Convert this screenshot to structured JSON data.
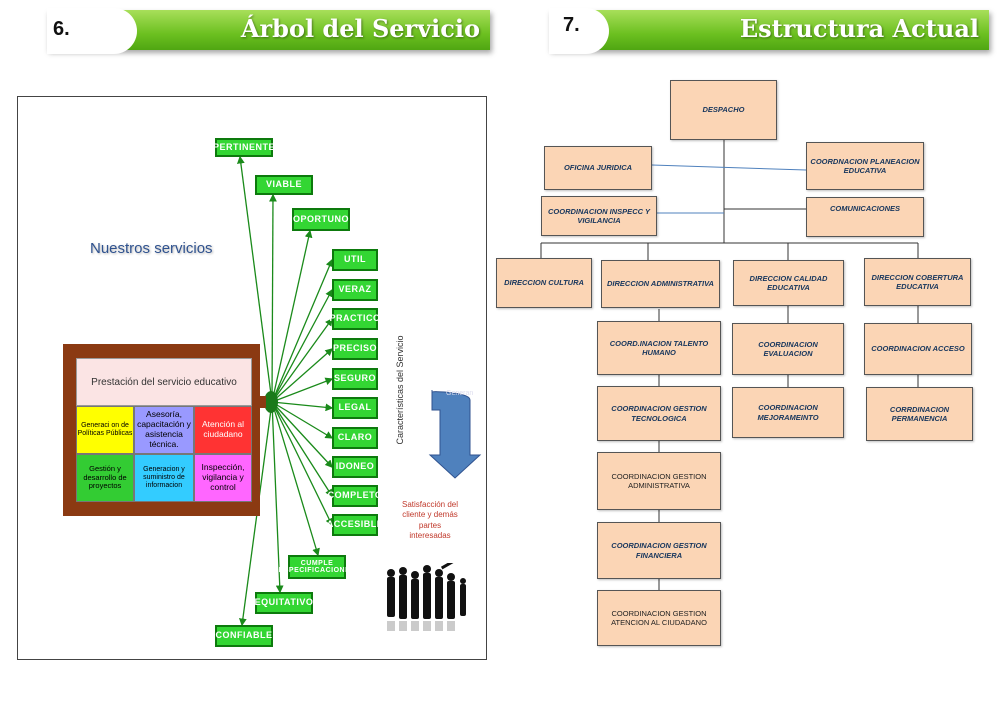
{
  "left_header": {
    "number": "6.",
    "title": "Árbol del Servicio"
  },
  "right_header": {
    "number": "7.",
    "title": "Estructura Actual"
  },
  "tree": {
    "services_title": "Nuestros servicios",
    "service_box_title": "Prestación del servicio educativo",
    "cells": [
      "Generaci on de Políticas Públicas",
      "Asesoría, capacitación y asistencia técnica.",
      "Atención al ciudadano",
      "Gestión y desarrollo de proyectos",
      "Generacion y suministro de informacion",
      "Inspección, vigilancia y control"
    ],
    "attributes": [
      "PERTINENTE",
      "VIABLE",
      "OPORTUNO",
      "UTIL",
      "VERAZ",
      "PRACTICO",
      "PRECISO",
      "SEGURO",
      "LEGAL",
      "CLARO",
      "IDONEO",
      "COMPLETO",
      "ACCESIBLE",
      "CUMPLE ESPECIFICACIONES",
      "EQUITATIVO",
      "CONFIABLE"
    ],
    "vertical_label": "Características del Servicio",
    "arrow_label": "Generan",
    "satisfaction_text": "Satisfacción del cliente y demás partes interesadas",
    "colors": {
      "attribute_box": "#33d633",
      "frame": "#8b3a12",
      "arrow": "#4f81bd"
    }
  },
  "org": {
    "despacho": "DESPACHO",
    "oficina_juridica": "OFICINA JURIDICA",
    "coord_planeacion": "COORDNACION PLANEACION EDUCATIVA",
    "coord_inspecc": "COORDINACION INSPECC Y VIGILANCIA",
    "comunicaciones": "COMUNICACIONES",
    "dir_cultura": "DIRECCION CULTURA",
    "dir_administrativa": "DIRECCION ADMINISTRATIVA",
    "dir_calidad": "DIRECCION CALIDAD EDUCATIVA",
    "dir_cobertura": "DIRECCION COBERTURA EDUCATIVA",
    "coord_talento": "COORD.INACION TALENTO HUMANO",
    "coord_gestion_tec": "COORDINACION GESTION TECNOLOGICA",
    "coord_gestion_adm": "COORDINACION GESTION ADMINISTRATIVA",
    "coord_financiera": "COORDINACION GESTION FINANCIERA",
    "coord_atencion": "COORDINACION GESTION ATENCION AL CIUDADANO",
    "coord_evaluacion": "COORDINACION EVALUACION",
    "coord_mejoramiento": "COORDINACION MEJORAMEINTO",
    "coord_acceso": "COORDINACION ACCESO",
    "coord_permanencia": "CORRDINACION PERMANENCIA",
    "box_color": "#fbd5b5"
  }
}
